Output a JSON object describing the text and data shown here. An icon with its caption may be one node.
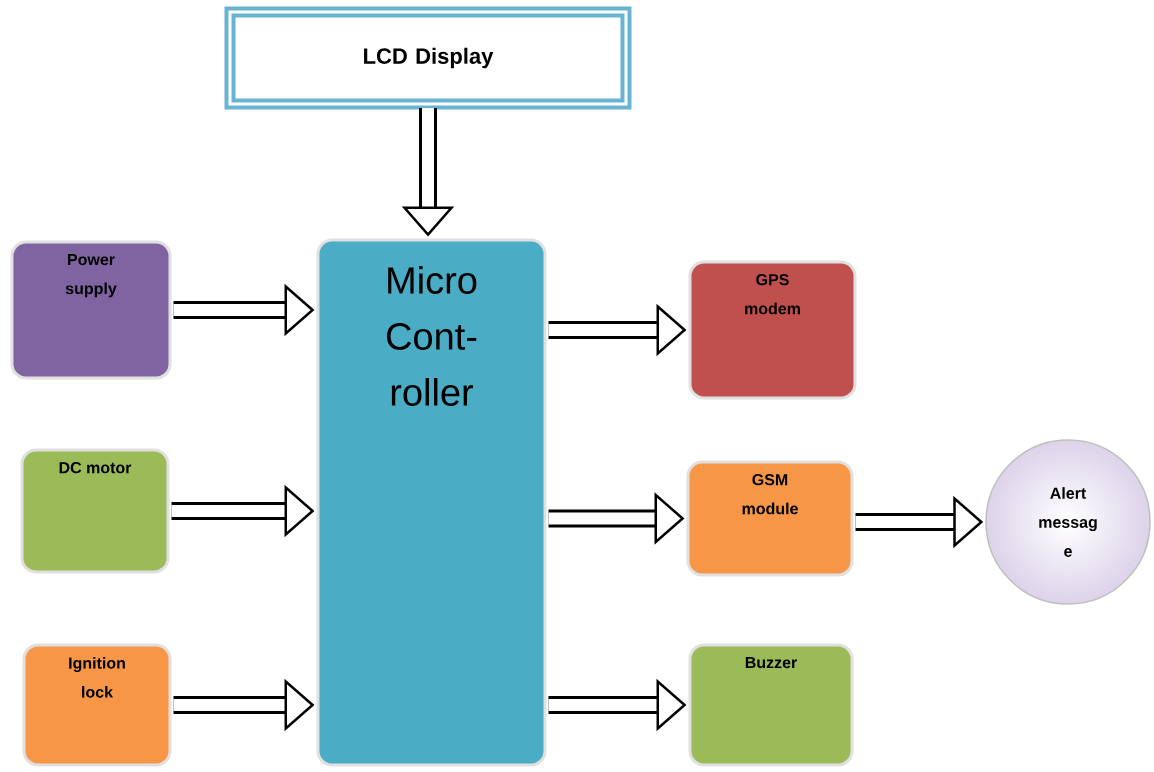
{
  "diagram": {
    "nodes": [
      {
        "text": [
          "LCD Display"
        ]
      },
      {
        "text": [
          "Micro Cont- roller"
        ]
      },
      {
        "text": [
          "Power supply"
        ]
      },
      {
        "text": [
          "DC motor"
        ]
      },
      {
        "text": [
          "Ignition lock"
        ]
      },
      {
        "text": [
          "GPS modem"
        ]
      },
      {
        "text": [
          "GSM module"
        ]
      },
      {
        "text": [
          "Buzzer"
        ]
      },
      {
        "text": [
          "Alert messag e"
        ]
      }
    ],
    "edges": [
      {
        "from": 0,
        "to": 1,
        "arrow": "to"
      },
      {
        "from": 2,
        "to": 1,
        "arrow": "to"
      },
      {
        "from": 3,
        "to": 1,
        "arrow": "to"
      },
      {
        "from": 4,
        "to": 1,
        "arrow": "to"
      },
      {
        "from": 1,
        "to": 5,
        "arrow": "to"
      },
      {
        "from": 1,
        "to": 6,
        "arrow": "to"
      },
      {
        "from": 1,
        "to": 7,
        "arrow": "to"
      },
      {
        "from": 6,
        "to": 8,
        "arrow": "to"
      }
    ]
  }
}
